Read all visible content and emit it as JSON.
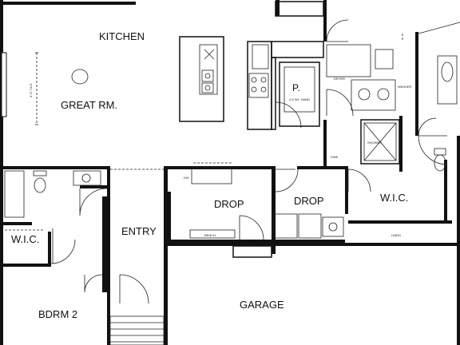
{
  "rooms": {
    "kitchen": "KITCHEN",
    "great_room": "GREAT RM.",
    "pantry": "P.",
    "drop_left": "DROP",
    "drop_right": "DROP",
    "wic_right": "W.I.C.",
    "wic_left": "W.I.C.",
    "entry": "ENTRY",
    "bedroom2": "BDRM 2",
    "garage": "GARAGE"
  },
  "annotations": {
    "great_room_ceiling": "9'-0\" CLG.",
    "pantry_shelves": "4-5 SH. HAND",
    "shower": "SHOWER",
    "bench_left": "BENCH",
    "linen": "LINEN",
    "dw": "DW",
    "dryer": "DRYER",
    "washer": "WASHER",
    "sink": "SINK"
  }
}
